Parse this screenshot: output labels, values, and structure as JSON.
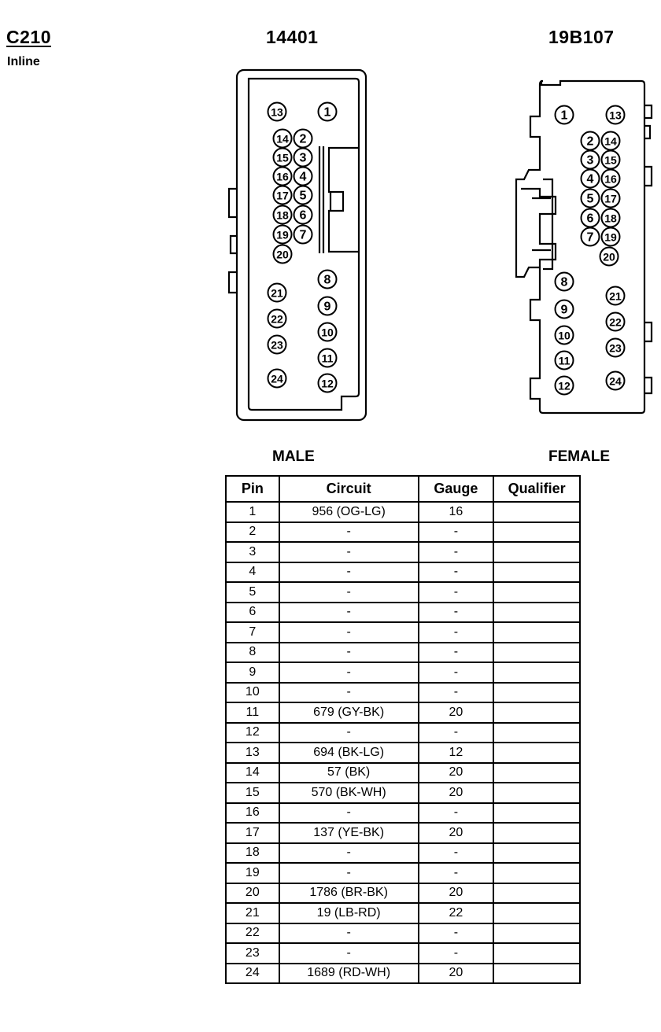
{
  "connector": {
    "id": "C210",
    "type": "Inline",
    "male_part": "14401",
    "female_part": "19B107",
    "male_label": "MALE",
    "female_label": "FEMALE"
  },
  "table": {
    "headers": [
      "Pin",
      "Circuit",
      "Gauge",
      "Qualifier"
    ],
    "rows": [
      {
        "pin": "1",
        "circuit": "956 (OG-LG)",
        "gauge": "16",
        "qualifier": ""
      },
      {
        "pin": "2",
        "circuit": "-",
        "gauge": "-",
        "qualifier": ""
      },
      {
        "pin": "3",
        "circuit": "-",
        "gauge": "-",
        "qualifier": ""
      },
      {
        "pin": "4",
        "circuit": "-",
        "gauge": "-",
        "qualifier": ""
      },
      {
        "pin": "5",
        "circuit": "-",
        "gauge": "-",
        "qualifier": ""
      },
      {
        "pin": "6",
        "circuit": "-",
        "gauge": "-",
        "qualifier": ""
      },
      {
        "pin": "7",
        "circuit": "-",
        "gauge": "-",
        "qualifier": ""
      },
      {
        "pin": "8",
        "circuit": "-",
        "gauge": "-",
        "qualifier": ""
      },
      {
        "pin": "9",
        "circuit": "-",
        "gauge": "-",
        "qualifier": ""
      },
      {
        "pin": "10",
        "circuit": "-",
        "gauge": "-",
        "qualifier": ""
      },
      {
        "pin": "11",
        "circuit": "679 (GY-BK)",
        "gauge": "20",
        "qualifier": ""
      },
      {
        "pin": "12",
        "circuit": "-",
        "gauge": "-",
        "qualifier": ""
      },
      {
        "pin": "13",
        "circuit": "694 (BK-LG)",
        "gauge": "12",
        "qualifier": ""
      },
      {
        "pin": "14",
        "circuit": "57 (BK)",
        "gauge": "20",
        "qualifier": ""
      },
      {
        "pin": "15",
        "circuit": "570 (BK-WH)",
        "gauge": "20",
        "qualifier": ""
      },
      {
        "pin": "16",
        "circuit": "-",
        "gauge": "-",
        "qualifier": ""
      },
      {
        "pin": "17",
        "circuit": "137 (YE-BK)",
        "gauge": "20",
        "qualifier": ""
      },
      {
        "pin": "18",
        "circuit": "-",
        "gauge": "-",
        "qualifier": ""
      },
      {
        "pin": "19",
        "circuit": "-",
        "gauge": "-",
        "qualifier": ""
      },
      {
        "pin": "20",
        "circuit": "1786 (BR-BK)",
        "gauge": "20",
        "qualifier": ""
      },
      {
        "pin": "21",
        "circuit": "19 (LB-RD)",
        "gauge": "22",
        "qualifier": ""
      },
      {
        "pin": "22",
        "circuit": "-",
        "gauge": "-",
        "qualifier": ""
      },
      {
        "pin": "23",
        "circuit": "-",
        "gauge": "-",
        "qualifier": ""
      },
      {
        "pin": "24",
        "circuit": "1689 (RD-WH)",
        "gauge": "20",
        "qualifier": ""
      }
    ]
  },
  "pins": {
    "male": [
      "1",
      "2",
      "3",
      "4",
      "5",
      "6",
      "7",
      "8",
      "9",
      "10",
      "11",
      "12",
      "13",
      "14",
      "15",
      "16",
      "17",
      "18",
      "19",
      "20",
      "21",
      "22",
      "23",
      "24"
    ],
    "female": [
      "1",
      "2",
      "3",
      "4",
      "5",
      "6",
      "7",
      "8",
      "9",
      "10",
      "11",
      "12",
      "13",
      "14",
      "15",
      "16",
      "17",
      "18",
      "19",
      "20",
      "21",
      "22",
      "23",
      "24"
    ]
  }
}
